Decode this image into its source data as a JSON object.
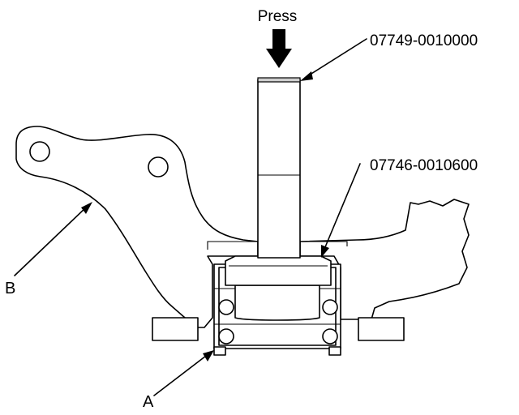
{
  "labels": {
    "press": "Press",
    "tool_upper": "07749-0010000",
    "tool_lower": "07746-0010600",
    "callout_b": "B",
    "callout_a": "A"
  }
}
